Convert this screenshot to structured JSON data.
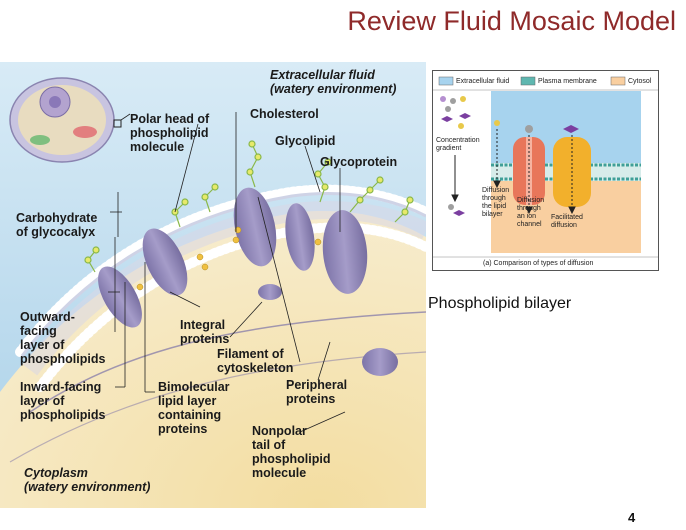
{
  "title": "Review Fluid Mosaic Model",
  "slide_number": "4",
  "caption": "Phospholipid bilayer",
  "figure": {
    "extracellular_line1": "Extracellular fluid",
    "extracellular_line2": "(watery environment)",
    "cytoplasm_line1": "Cytoplasm",
    "cytoplasm_line2": "(watery environment)",
    "labels": {
      "polar_head": [
        "Polar head of",
        "phospholipid",
        "molecule"
      ],
      "cholesterol": "Cholesterol",
      "glycolipid": "Glycolipid",
      "glycoprotein": "Glycoprotein",
      "carbohydrate": [
        "Carbohydrate",
        "of glycocalyx"
      ],
      "outward": [
        "Outward-",
        "facing",
        "layer of",
        "phospholipids"
      ],
      "integral": [
        "Integral",
        "proteins"
      ],
      "filament": [
        "Filament of",
        "cytoskeleton"
      ],
      "inward": [
        "Inward-facing",
        "layer of",
        "phospholipids"
      ],
      "bimolecular": [
        "Bimolecular",
        "lipid layer",
        "containing",
        "proteins"
      ],
      "peripheral": [
        "Peripheral",
        "proteins"
      ],
      "nonpolar": [
        "Nonpolar",
        "tail of",
        "phospholipid",
        "molecule"
      ]
    }
  },
  "inset": {
    "legend": {
      "extracellular": "Extracellular fluid",
      "plasma": "Plasma membrane",
      "cytosol": "Cytosol"
    },
    "concentration": [
      "Concentration",
      "gradient"
    ],
    "diffusion_lipid": [
      "Diffusion",
      "through",
      "the lipid",
      "bilayer"
    ],
    "diffusion_ion": [
      "Diffusion",
      "through",
      "an ion",
      "channel"
    ],
    "facilitated": [
      "Facilitated",
      "diffusion"
    ],
    "footer": "(a) Comparison of types of diffusion",
    "colors": {
      "extracellular": "#a7d3ee",
      "cytosol": "#f9cfa0",
      "channel": "#e8765a",
      "carrier": "#f2b02c"
    }
  }
}
